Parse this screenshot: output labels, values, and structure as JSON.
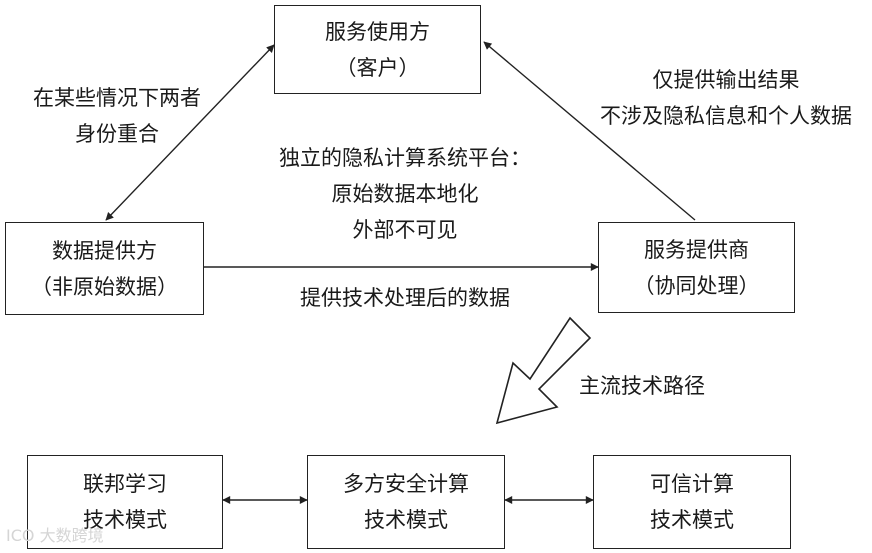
{
  "nodes": {
    "user": {
      "line1": "服务使用方",
      "line2": "（客户）"
    },
    "data_provider": {
      "line1": "数据提供方",
      "line2": "（非原始数据）"
    },
    "service_provider": {
      "line1": "服务提供商",
      "line2": "（协同处理）"
    },
    "federated": {
      "line1": "联邦学习",
      "line2": "技术模式"
    },
    "mpc": {
      "line1": "多方安全计算",
      "line2": "技术模式"
    },
    "trusted": {
      "line1": "可信计算",
      "line2": "技术模式"
    }
  },
  "labels": {
    "overlap": {
      "line1": "在某些情况下两者",
      "line2": "身份重合"
    },
    "output": {
      "line1": "仅提供输出结果",
      "line2": "不涉及隐私信息和个人数据"
    },
    "platform": {
      "line1": "独立的隐私计算系统平台：",
      "line2": "原始数据本地化",
      "line3": "外部不可见"
    },
    "processed": "提供技术处理后的数据",
    "mainstream": "主流技术路径"
  },
  "watermark": "大数跨境"
}
